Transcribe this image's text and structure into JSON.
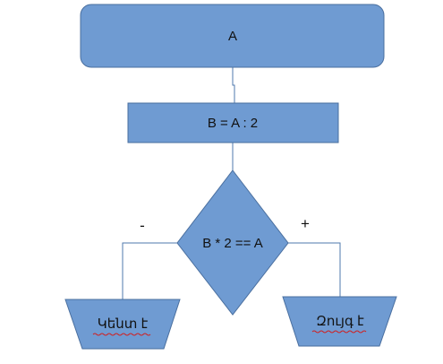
{
  "diagram": {
    "type": "flowchart",
    "nodes": {
      "input": {
        "label": "A",
        "shape": "rounded-rectangle"
      },
      "process": {
        "label": "B = A : 2",
        "shape": "rectangle"
      },
      "decision": {
        "label": "B * 2 == A",
        "shape": "diamond"
      },
      "odd_output": {
        "label": "Կենտ է",
        "shape": "trapezoid"
      },
      "even_output": {
        "label": "Զույգ է",
        "shape": "trapezoid"
      }
    },
    "branches": {
      "no": {
        "label": "-"
      },
      "yes": {
        "label": "+"
      }
    },
    "edges": [
      {
        "from": "input",
        "to": "process"
      },
      {
        "from": "process",
        "to": "decision"
      },
      {
        "from": "decision",
        "to": "odd_output",
        "branch": "no"
      },
      {
        "from": "decision",
        "to": "even_output",
        "branch": "yes"
      }
    ]
  },
  "colors": {
    "shape_fill": "#6f9bd2",
    "shape_border": "#4a6f9f",
    "connector": "#4f79ad",
    "text": "#111111",
    "spellcheck_underline": "#d02020"
  }
}
